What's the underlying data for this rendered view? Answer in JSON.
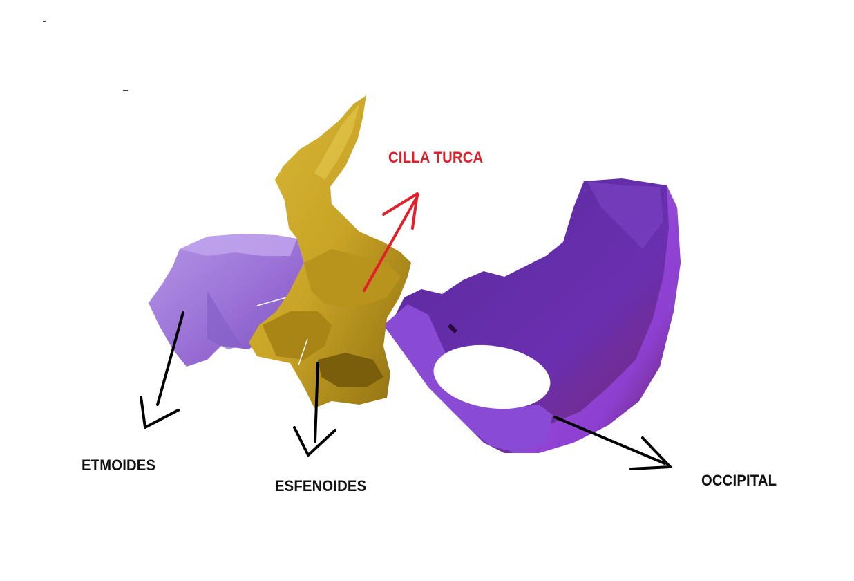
{
  "labels": {
    "cilla_turca": "CILLA TURCA",
    "etmoides": "ETMOIDES",
    "esfenoides": "ESFENOIDES",
    "occipital": "OCCIPITAL"
  },
  "colors": {
    "ethmoid_bone": "#9a70d6",
    "sphenoid_bone": "#c9a426",
    "occipital_bone": "#6a2fb0",
    "annotation_text": "#111111",
    "highlight_text": "#e0202a",
    "arrow_black": "#000000",
    "arrow_red": "#e0202a"
  }
}
